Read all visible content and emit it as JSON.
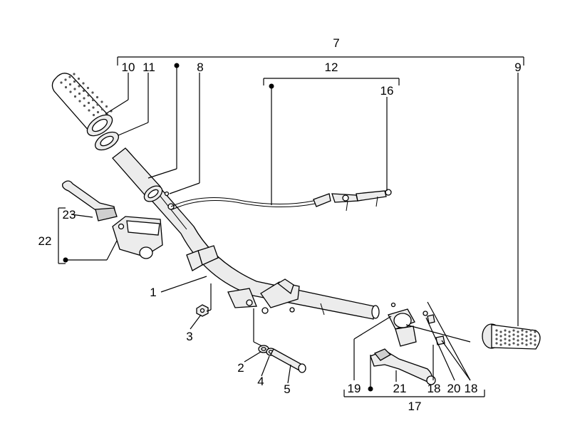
{
  "callouts": {
    "c1": "1",
    "c2": "2",
    "c3": "3",
    "c4": "4",
    "c5": "5",
    "c7": "7",
    "c8": "8",
    "c9": "9",
    "c10": "10",
    "c11": "11",
    "c12": "12",
    "c16": "16",
    "c17": "17",
    "c18a": "18",
    "c18b": "18",
    "c19": "19",
    "c20": "20",
    "c21": "21",
    "c22": "22",
    "c23": "23"
  },
  "colors": {
    "line": "#000000",
    "part_fill": "#ececec",
    "background": "#ffffff"
  }
}
